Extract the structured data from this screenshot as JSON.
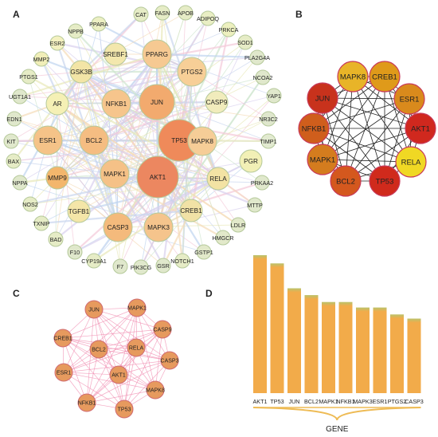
{
  "panels": {
    "a": "A",
    "b": "B",
    "c": "C",
    "d": "D"
  },
  "panel_a": {
    "nodes": [
      {
        "id": "TP53",
        "size": "xl",
        "color": "#ef8a5a"
      },
      {
        "id": "AKT1",
        "size": "xl",
        "color": "#ec8760"
      },
      {
        "id": "JUN",
        "size": "l",
        "color": "#f2aa6e"
      },
      {
        "id": "NFKB1",
        "size": "m",
        "color": "#f6c58c"
      },
      {
        "id": "BCL2",
        "size": "m",
        "color": "#f5bd82"
      },
      {
        "id": "ESR1",
        "size": "m",
        "color": "#f5c388"
      },
      {
        "id": "MAPK1",
        "size": "m",
        "color": "#f5c187"
      },
      {
        "id": "MAPK8",
        "size": "m",
        "color": "#f6cd97"
      },
      {
        "id": "CASP3",
        "size": "m",
        "color": "#f4ba7c"
      },
      {
        "id": "MAPK3",
        "size": "m",
        "color": "#f5c48c"
      },
      {
        "id": "PTGS2",
        "size": "m",
        "color": "#f7cf97"
      },
      {
        "id": "PPARG",
        "size": "m",
        "color": "#f6c992"
      },
      {
        "id": "MMP9",
        "size": "s",
        "color": "#f3b66c"
      },
      {
        "id": "RELA",
        "size": "s",
        "color": "#f3e3a4"
      },
      {
        "id": "CREB1",
        "size": "s",
        "color": "#f1e2a6"
      },
      {
        "id": "GSK3B",
        "size": "s",
        "color": "#f3e5a6"
      },
      {
        "id": "AR",
        "size": "s",
        "color": "#f5f0b5"
      },
      {
        "id": "SREBF1",
        "size": "s",
        "color": "#f3e7ad"
      },
      {
        "id": "TGFB1",
        "size": "s",
        "color": "#f4e6a8"
      },
      {
        "id": "CASP9",
        "size": "s",
        "color": "#f1ecbc"
      },
      {
        "id": "PGR",
        "size": "s",
        "color": "#f2f0b6"
      },
      {
        "id": "ESR2",
        "size": "xs",
        "color": "#f4f1c0"
      },
      {
        "id": "PPARA",
        "size": "xs",
        "color": "#ecefc3"
      },
      {
        "id": "CAT",
        "size": "xs",
        "color": "#e6ecc6"
      },
      {
        "id": "FASN",
        "size": "xs",
        "color": "#e6ecc6"
      },
      {
        "id": "APOB",
        "size": "xs",
        "color": "#e6ecc6"
      },
      {
        "id": "ADIPOQ",
        "size": "xs",
        "color": "#e9eec4"
      },
      {
        "id": "PRKCA",
        "size": "xs",
        "color": "#edf0bf"
      },
      {
        "id": "SOD1",
        "size": "xs",
        "color": "#e6ecc6"
      },
      {
        "id": "PLA2G4A",
        "size": "xs",
        "color": "#e0e8cc"
      },
      {
        "id": "NCOA2",
        "size": "xs",
        "color": "#e0e8cc"
      },
      {
        "id": "YAP1",
        "size": "xs",
        "color": "#e0e8cc"
      },
      {
        "id": "NR3C2",
        "size": "xs",
        "color": "#dfe7cd"
      },
      {
        "id": "TIMP1",
        "size": "xs",
        "color": "#e2ead0"
      },
      {
        "id": "PRKAA2",
        "size": "xs",
        "color": "#e0e8cc"
      },
      {
        "id": "MTTP",
        "size": "xs",
        "color": "#e0e8cc"
      },
      {
        "id": "LDLR",
        "size": "xs",
        "color": "#e2e9ca"
      },
      {
        "id": "HMGCR",
        "size": "xs",
        "color": "#e2e9ca"
      },
      {
        "id": "GSTP1",
        "size": "xs",
        "color": "#e2e9ca"
      },
      {
        "id": "NOTCH1",
        "size": "xs",
        "color": "#e6ecc6"
      },
      {
        "id": "GSR",
        "size": "xs",
        "color": "#e0e8cc"
      },
      {
        "id": "PIK3CG",
        "size": "xs",
        "color": "#e0e8cc"
      },
      {
        "id": "F7",
        "size": "xs",
        "color": "#e0e8cc"
      },
      {
        "id": "CYP19A1",
        "size": "xs",
        "color": "#e6ecc6"
      },
      {
        "id": "F10",
        "size": "xs",
        "color": "#e0e8cc"
      },
      {
        "id": "BAD",
        "size": "xs",
        "color": "#e6ecc6"
      },
      {
        "id": "TXNIP",
        "size": "xs",
        "color": "#e6ecc6"
      },
      {
        "id": "NOS2",
        "size": "xs",
        "color": "#e6ecc6"
      },
      {
        "id": "NPPA",
        "size": "xs",
        "color": "#e0e8cc"
      },
      {
        "id": "BAX",
        "size": "xs",
        "color": "#e6ecc6"
      },
      {
        "id": "KIT",
        "size": "xs",
        "color": "#e0e8cc"
      },
      {
        "id": "EDN1",
        "size": "xs",
        "color": "#e0e8cc"
      },
      {
        "id": "UGT1A1",
        "size": "xs",
        "color": "#e0e8cc"
      },
      {
        "id": "PTGS1",
        "size": "xs",
        "color": "#e6ecc6"
      },
      {
        "id": "MMP2",
        "size": "xs",
        "color": "#f1eeb8"
      },
      {
        "id": "NPPB",
        "size": "xs",
        "color": "#e6ecc6"
      }
    ]
  },
  "panel_b": {
    "nodes": [
      {
        "id": "MAPK8",
        "color": "#e8b428"
      },
      {
        "id": "CREB1",
        "color": "#df9a1a"
      },
      {
        "id": "ESR1",
        "color": "#d98a1c"
      },
      {
        "id": "AKT1",
        "color": "#d0281e"
      },
      {
        "id": "RELA",
        "color": "#f0d824"
      },
      {
        "id": "TP53",
        "color": "#d02a1c"
      },
      {
        "id": "BCL2",
        "color": "#d4581e"
      },
      {
        "id": "MAPK1",
        "color": "#d47c1e"
      },
      {
        "id": "NFKB1",
        "color": "#cf5e1c"
      },
      {
        "id": "JUN",
        "color": "#c8321c"
      }
    ]
  },
  "panel_c": {
    "nodes": [
      {
        "id": "JUN"
      },
      {
        "id": "MAPK1"
      },
      {
        "id": "CASP9"
      },
      {
        "id": "CREB1"
      },
      {
        "id": "BCL2"
      },
      {
        "id": "RELA"
      },
      {
        "id": "CASP3"
      },
      {
        "id": "ESR1"
      },
      {
        "id": "AKT1"
      },
      {
        "id": "MAPK8"
      },
      {
        "id": "NFKB1"
      },
      {
        "id": "TP53"
      }
    ]
  },
  "chart_data": {
    "type": "bar",
    "categories": [
      "AKT1",
      "TP53",
      "JUN",
      "BCL2",
      "MAPK1",
      "NFKB1",
      "MAPK3",
      "ESR1",
      "PTGS2",
      "CASP3"
    ],
    "values": [
      100,
      94,
      76,
      71,
      66,
      66,
      62,
      62,
      57,
      54
    ],
    "xlabel": "GENE",
    "ylabel": "",
    "ylim": [
      0,
      100
    ],
    "colors": {
      "bar": "#f2ab4a",
      "cap": "#c8c36a",
      "bracket": "#eebb55"
    }
  }
}
